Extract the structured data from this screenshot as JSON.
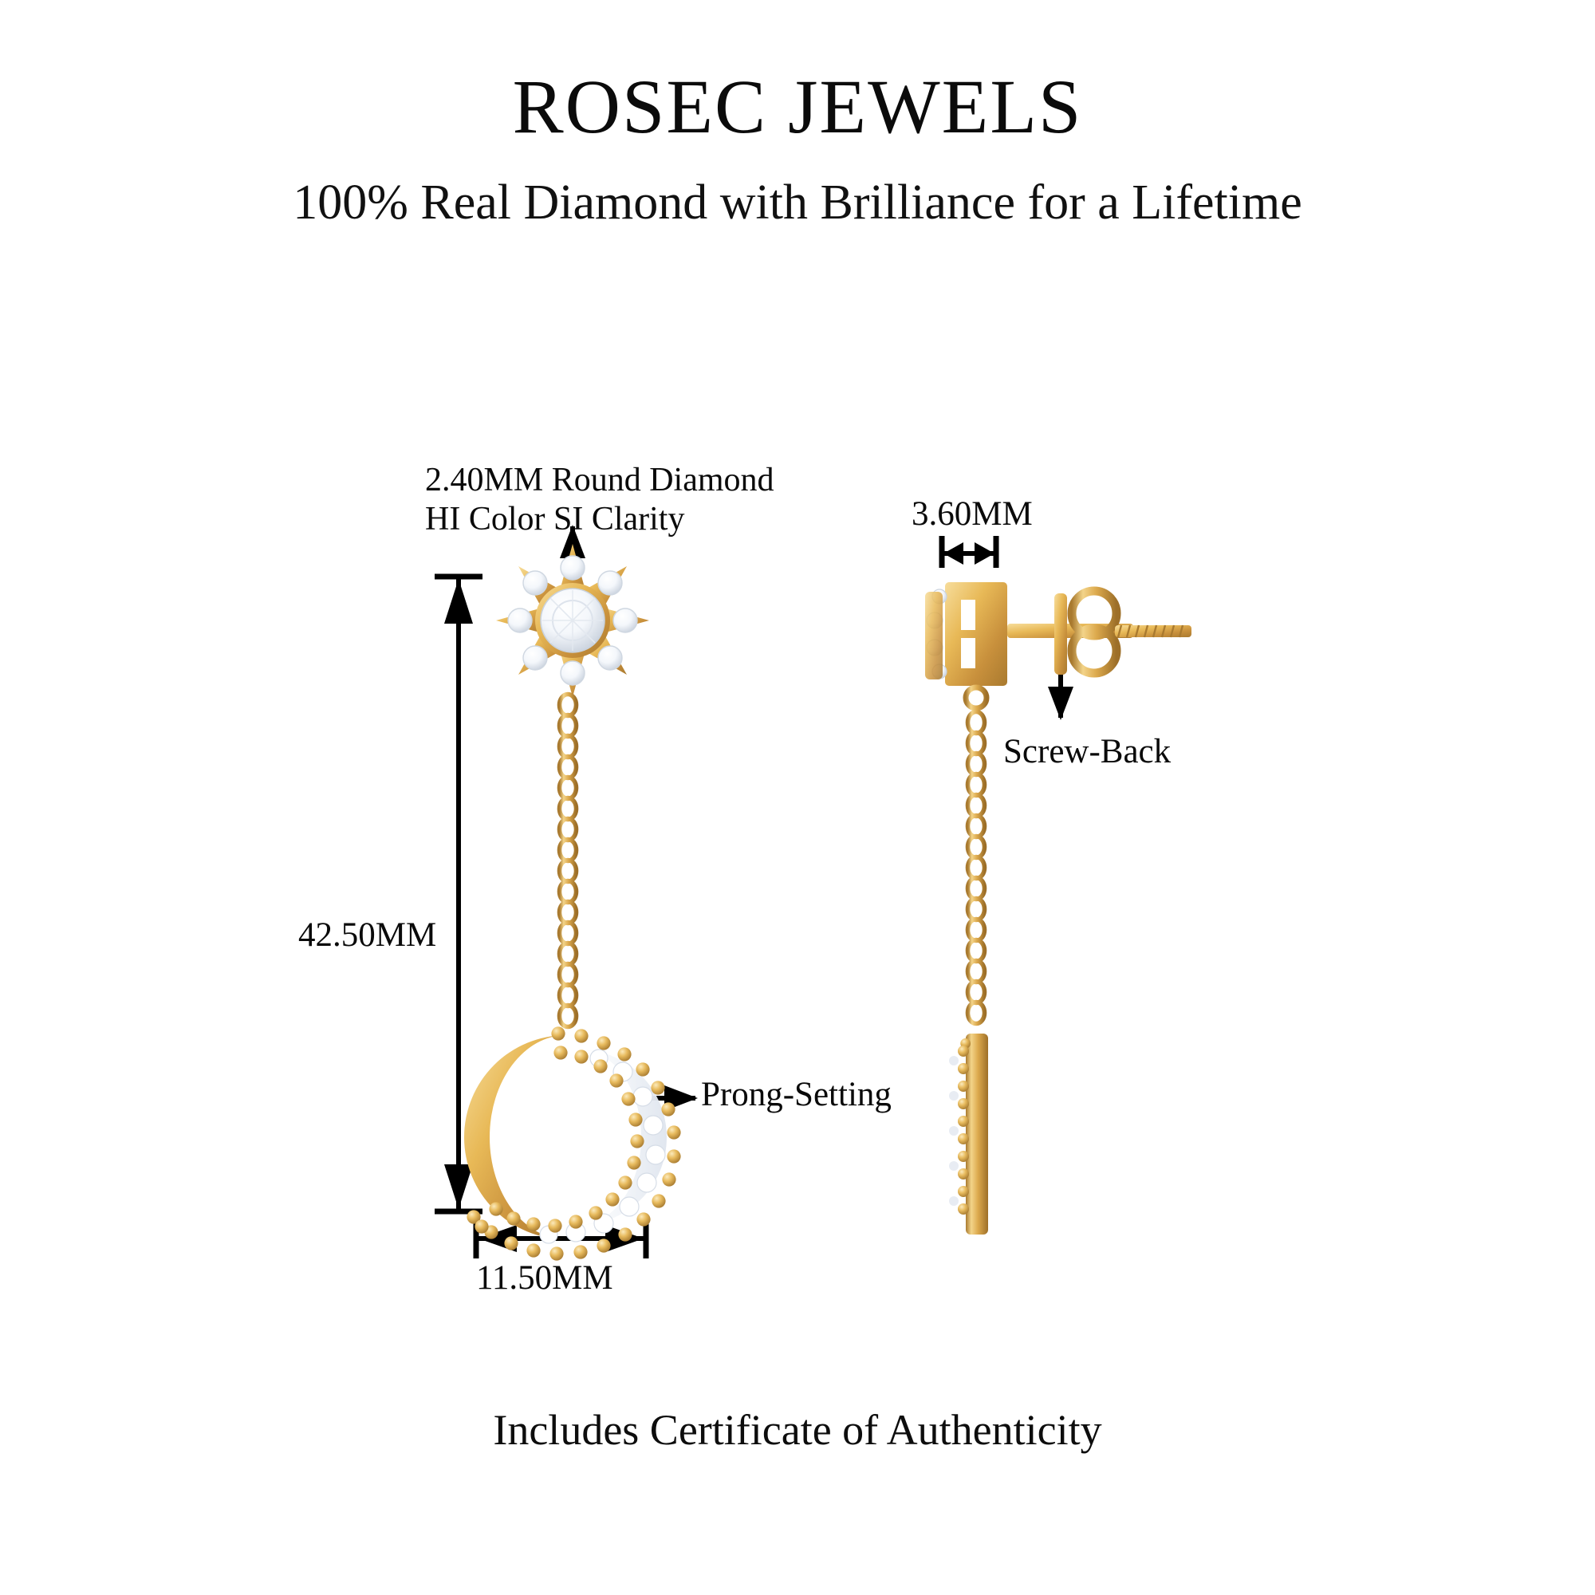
{
  "header": {
    "brand": "ROSEC JEWELS",
    "tagline": "100% Real Diamond with Brilliance for a Lifetime"
  },
  "footer": {
    "certificate_note": "Includes Certificate of Authenticity"
  },
  "annotations": {
    "diamond_spec_line1": "2.40MM Round Diamond",
    "diamond_spec_line2": "HI Color SI Clarity",
    "post_width": "3.60MM",
    "back_type": "Screw-Back",
    "total_length": "42.50MM",
    "setting_type": "Prong-Setting",
    "moon_width": "11.50MM"
  },
  "colors": {
    "background": "#ffffff",
    "text": "#111111",
    "gold_light": "#f3d07a",
    "gold_mid": "#e0b04e",
    "gold_dark": "#b9873a",
    "gold_deep": "#9a6d27",
    "diamond_white": "#ffffff",
    "diamond_shade": "#dfe3ea",
    "line": "#000000"
  },
  "product": {
    "type": "drop-earring",
    "views": [
      "front",
      "side"
    ],
    "front_view": {
      "components": [
        "star-stud",
        "cable-chain",
        "crescent-moon-charm"
      ],
      "star_points": 8,
      "center_stone": "round-diamond",
      "accent_stones": 8
    },
    "side_view": {
      "components": [
        "star-stud-profile",
        "post",
        "screw-back",
        "cable-chain",
        "crescent-moon-edge"
      ]
    }
  },
  "icons": {
    "arrow_up": "arrow-up-icon",
    "arrow_down": "arrow-down-icon",
    "arrow_left_right": "arrow-left-right-icon",
    "arrow_right": "arrow-right-icon"
  }
}
